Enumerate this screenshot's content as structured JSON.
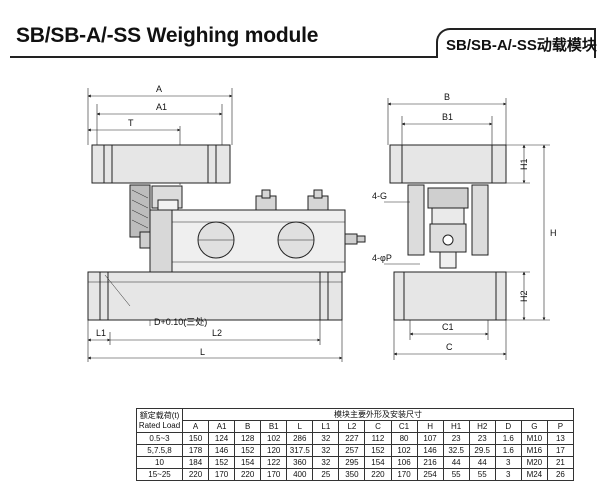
{
  "header": {
    "title": "SB/SB-A/-SS Weighing module",
    "badge": "SB/SB-A/-SS动载模块"
  },
  "front_view": {
    "dims": {
      "A": "A",
      "A1": "A1",
      "T": "T",
      "G": "4-G",
      "D_note": "D+0.10(三处)",
      "L1": "L1",
      "L2": "L2",
      "L": "L"
    }
  },
  "side_view": {
    "dims": {
      "B": "B",
      "B1": "B1",
      "H1": "H1",
      "H": "H",
      "P": "4-φP",
      "H2": "H2",
      "C1": "C1",
      "C": "C"
    }
  },
  "table": {
    "lead_header_cn": "额定载荷(t)",
    "lead_header_en": "Rated Load",
    "group_header": "模块主要外形及安装尺寸",
    "columns": [
      "A",
      "A1",
      "B",
      "B1",
      "L",
      "L1",
      "L2",
      "C",
      "C1",
      "H",
      "H1",
      "H2",
      "D",
      "G",
      "P"
    ],
    "rows": [
      {
        "load": "0.5~3",
        "values": [
          "150",
          "124",
          "128",
          "102",
          "286",
          "32",
          "227",
          "112",
          "80",
          "107",
          "23",
          "23",
          "1.6",
          "M10",
          "13"
        ]
      },
      {
        "load": "5,7.5,8",
        "values": [
          "178",
          "146",
          "152",
          "120",
          "317.5",
          "32",
          "257",
          "152",
          "102",
          "146",
          "32.5",
          "29.5",
          "1.6",
          "M16",
          "17"
        ]
      },
      {
        "load": "10",
        "values": [
          "184",
          "152",
          "154",
          "122",
          "360",
          "32",
          "295",
          "154",
          "106",
          "216",
          "44",
          "44",
          "3",
          "M20",
          "21"
        ]
      },
      {
        "load": "15~25",
        "values": [
          "220",
          "170",
          "220",
          "170",
          "400",
          "25",
          "350",
          "220",
          "170",
          "254",
          "55",
          "55",
          "3",
          "M24",
          "26"
        ]
      }
    ]
  }
}
